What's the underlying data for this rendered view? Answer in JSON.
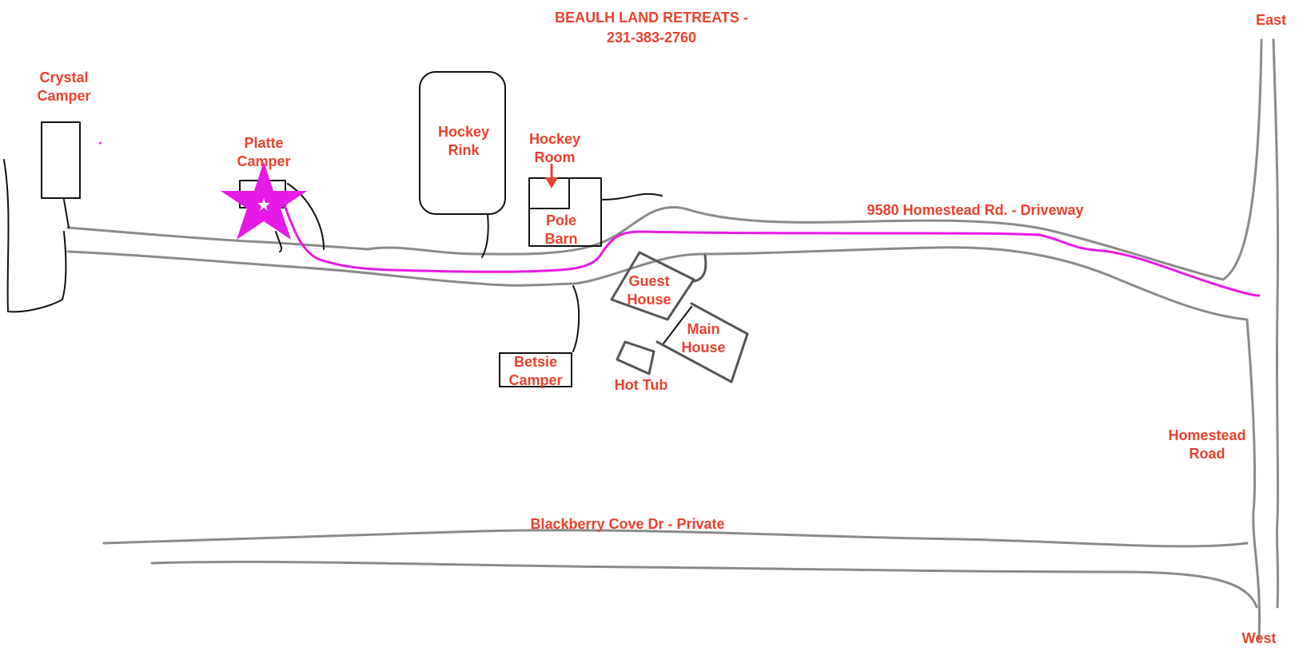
{
  "title": {
    "line1": "BEAULH LAND RETREATS -",
    "line2": "231-383-2760"
  },
  "labels": {
    "crystal_camper": "Crystal\nCamper",
    "platte_camper": "Platte\nCamper",
    "hockey_rink": "Hockey\nRink",
    "hockey_room": "Hockey\nRoom",
    "pole_barn": "Pole\nBarn",
    "guest_house": "Guest\nHouse",
    "main_house": "Main\nHouse",
    "hot_tub": "Hot Tub",
    "betsie_camper": "Betsie\nCamper",
    "driveway": "9580 Homestead Rd. - Driveway",
    "homestead_road": "Homestead\nRoad",
    "blackberry_cove": "Blackberry Cove Dr - Private",
    "east": "East",
    "west": "West"
  },
  "colors": {
    "label": "#e8412c",
    "route": "#e619e6",
    "star": "#e619e6",
    "road": "#8a8a8a",
    "outline": "#111111"
  },
  "icons": {
    "location_marker": "star-icon",
    "hockey_room_arrow": "arrow-down-icon"
  }
}
